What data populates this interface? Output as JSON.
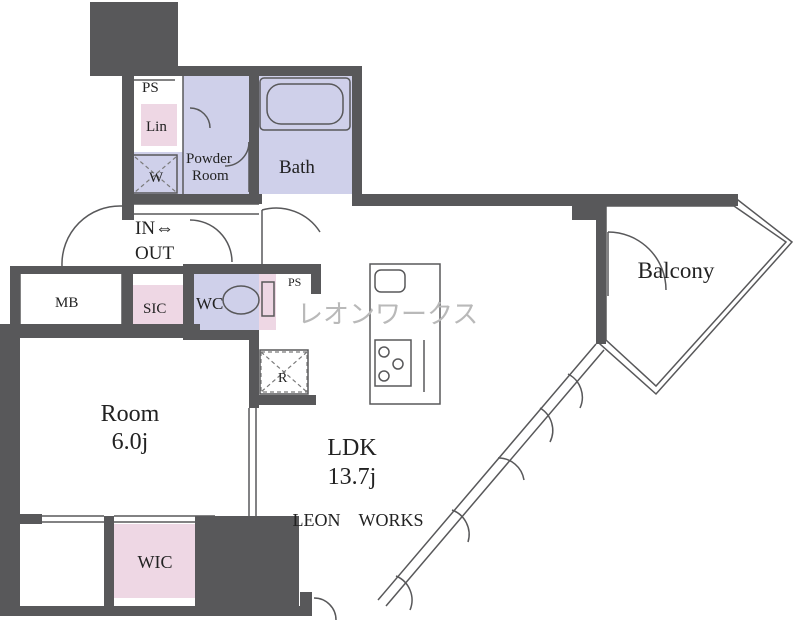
{
  "rooms": {
    "ps_top": "PS",
    "lin": "Lin",
    "powder_line1": "Powder",
    "powder_line2": "Room",
    "bath": "Bath",
    "washer": "W",
    "entrance_line1": "IN⇔",
    "entrance_line2": "OUT",
    "mb": "MB",
    "sic": "SIC",
    "wc": "WC",
    "ps_mid": "PS",
    "fridge": "R",
    "room_name": "Room",
    "room_size": "6.0j",
    "wic": "WIC",
    "ldk_name": "LDK",
    "ldk_size": "13.7j",
    "balcony": "Balcony"
  },
  "branding": {
    "watermark": "レオンワークス",
    "credit": "LEON　WORKS"
  },
  "colors": {
    "wall": "#58585a",
    "wet_area": "#cfd0ea",
    "storage": "#eed7e4",
    "watermark": "#b9b9b9"
  }
}
